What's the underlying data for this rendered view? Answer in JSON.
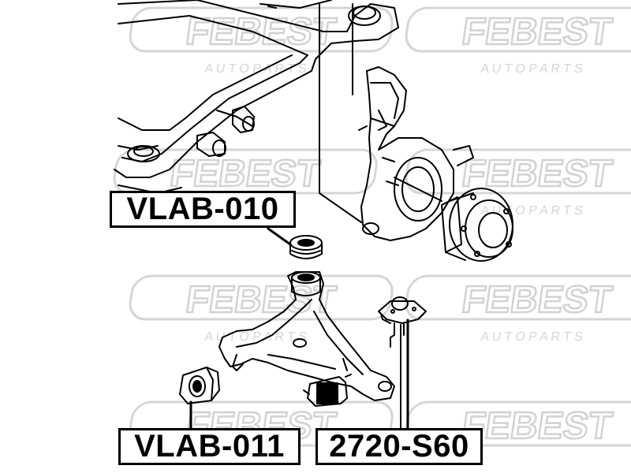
{
  "labels": {
    "part_upper": "VLAB-010",
    "part_left": "VLAB-011",
    "part_right": "2720-S60"
  },
  "watermark": {
    "brand": "FEBEST",
    "sub": "A U T O   P A R T S",
    "color": "#d8d8d8"
  },
  "colors": {
    "line": "#000000",
    "background": "#ffffff"
  }
}
